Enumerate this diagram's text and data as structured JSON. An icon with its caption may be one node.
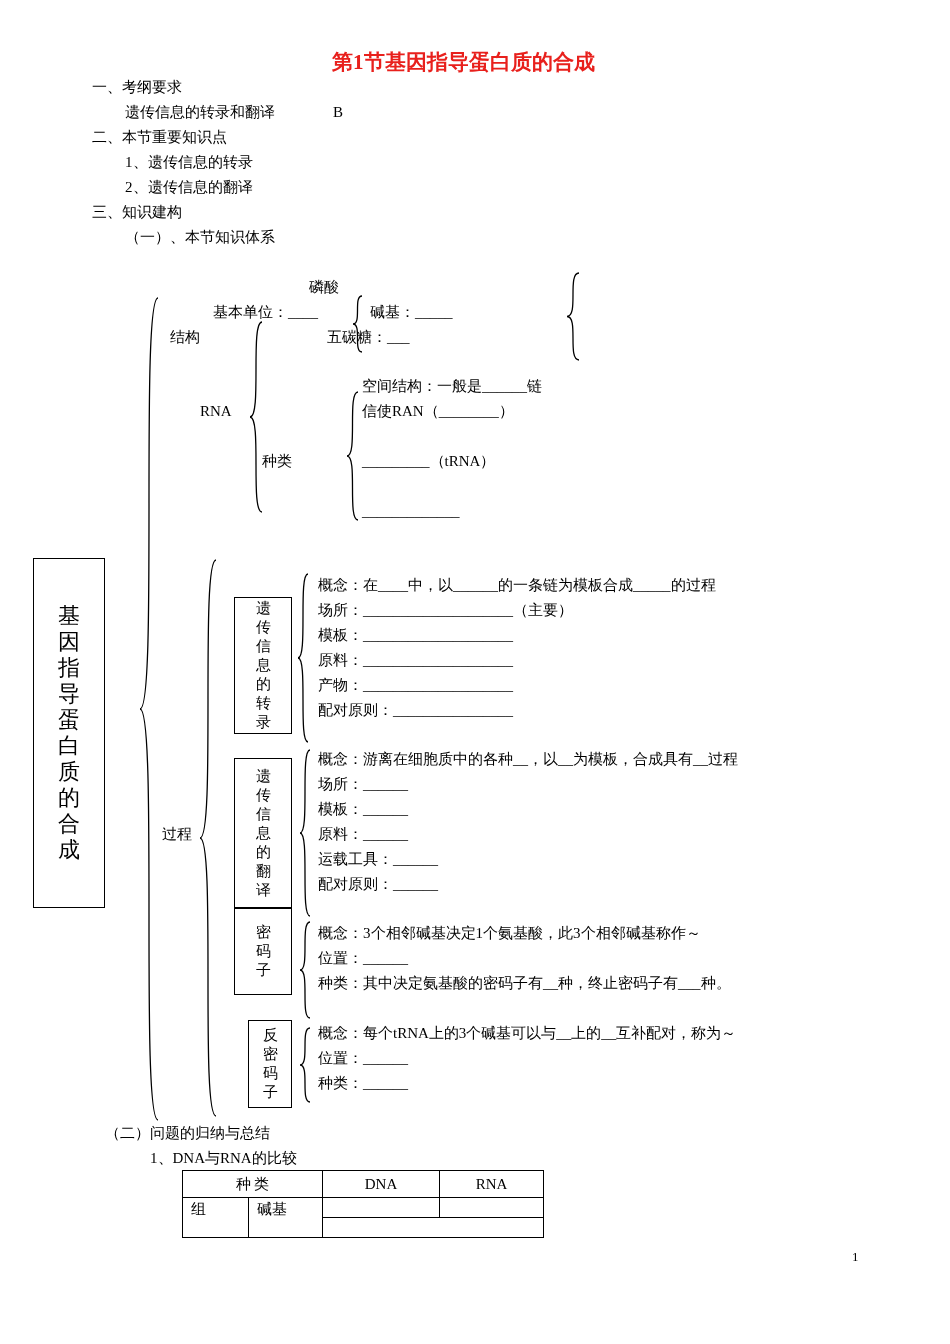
{
  "diagram": {
    "title": "第1节基因指导蛋白质的合成",
    "nodes": [
      {
        "text": [
          "基因指导蛋白质的合成"
        ]
      },
      {
        "text": [
          "遗传信息的转录"
        ]
      },
      {
        "text": [
          "遗传信息的翻译"
        ]
      },
      {
        "text": [
          "密码子"
        ]
      },
      {
        "text": [
          "反密码子"
        ]
      }
    ],
    "labels": [
      "一、考纲要求",
      "遗传信息的转录和翻译",
      "B",
      "二、本节重要知识点",
      "1、遗传信息的转录",
      "2、遗传信息的翻译",
      "三、知识建构",
      "（一）、本节知识体系",
      "磷酸",
      "基本单位：____",
      "碱基：_____",
      "结构",
      "五碳糖：___",
      "空间结构：一般是______链",
      "RNA",
      "信使RAN（________）",
      "种类",
      "_________（tRNA）",
      "_____________",
      "概念：在____中，以______的一条链为模板合成_____的过程",
      "场所：____________________（主要）",
      "模板：____________________",
      "原料：____________________",
      "产物：____________________",
      "配对原则：________________",
      "过程",
      "概念：游离在细胞质中的各种__，以__为模板，合成具有__过程",
      "场所：______",
      "模板：______",
      "原料：______",
      "运载工具：______",
      "配对原则：______",
      "概念：3个相邻碱基决定1个氨基酸，此3个相邻碱基称作～",
      "位置：______",
      "种类：其中决定氨基酸的密码子有__种，终止密码子有___种。",
      "概念：每个tRNA上的3个碱基可以与__上的__互补配对，称为～",
      "位置：______",
      "种类：______",
      "（二）问题的归纳与总结",
      "1、DNA与RNA的比较",
      "种 类",
      "DNA",
      "RNA",
      "组",
      "碱基",
      "1"
    ]
  }
}
